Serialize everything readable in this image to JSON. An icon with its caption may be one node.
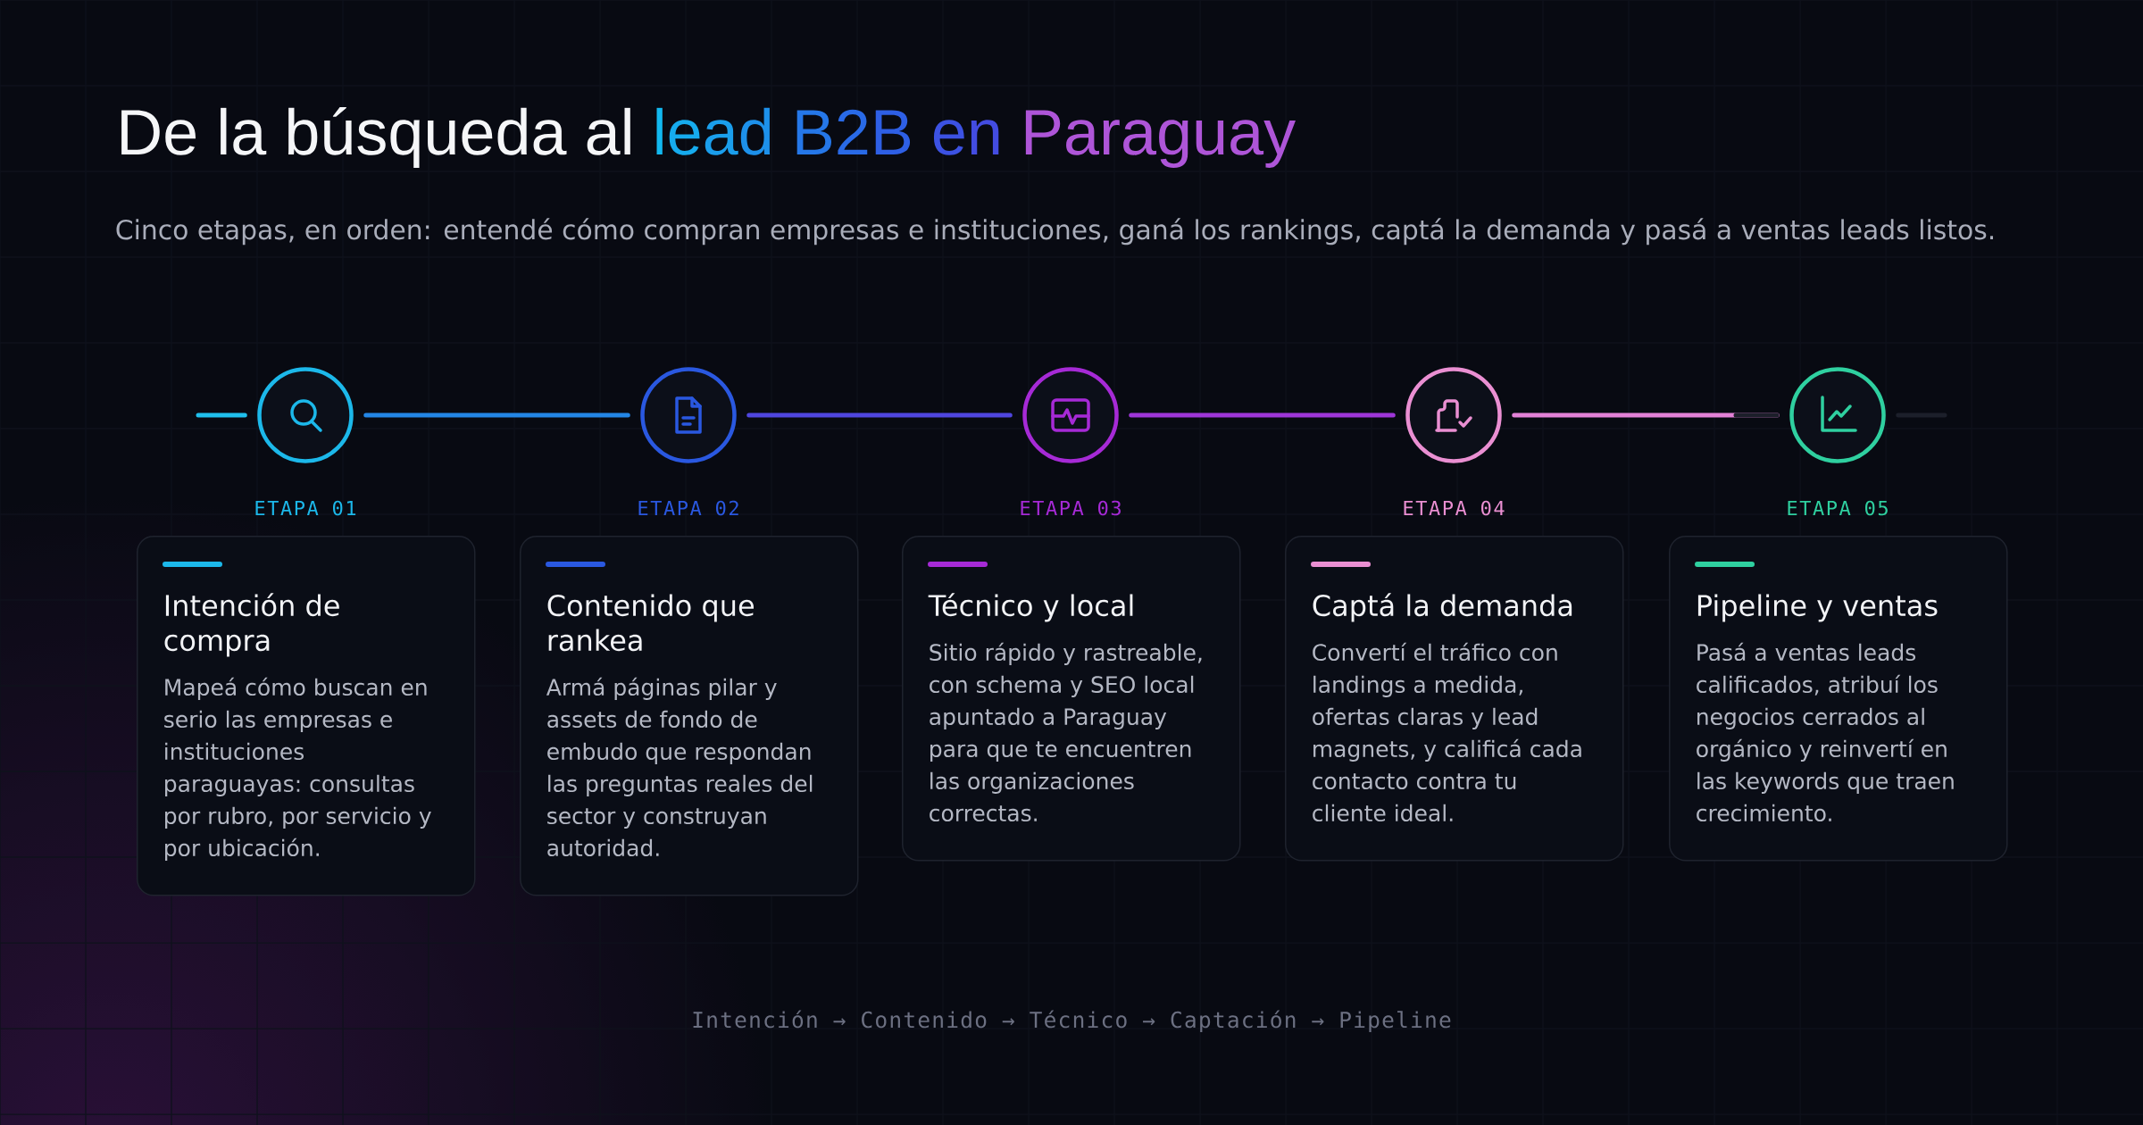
{
  "diagram": {
    "title": "De la búsqueda al lead B2B en Paraguay",
    "nodes": [
      {
        "text": [],
        "shape": "circle"
      },
      {
        "text": [],
        "shape": "circle"
      },
      {
        "text": [],
        "shape": "circle"
      },
      {
        "text": [],
        "shape": "circle"
      },
      {
        "text": [],
        "shape": "circle"
      },
      {
        "text": [
          "ETAPA 01",
          "Intención de compra",
          "Mapeá cómo buscan en serio las empresas e instituciones paraguayas: consultas por rubro, por servicio y por ubicación."
        ]
      },
      {
        "text": [
          "ETAPA 02",
          "Contenido que rankea",
          "Armá páginas pilar y assets de fondo de embudo que respondan las preguntas reales del sector y construyan autoridad."
        ]
      },
      {
        "text": [
          "ETAPA 03",
          "Técnico y local",
          "Sitio rápido y rastreable, con schema y SEO local apuntado a Paraguay para que te encuentren las organizaciones correctas."
        ]
      },
      {
        "text": [
          "ETAPA 04",
          "Captá la demanda",
          "Convertí el tráfico con landings a medida, ofertas claras y lead magnets, y calificá cada contacto contra tu cliente ideal."
        ]
      },
      {
        "text": [
          "ETAPA 05",
          "Pipeline y ventas",
          "Pasá a ventas leads calificados, atribuí los negocios cerrados al orgánico y reinvertí en las keywords que traen crecimiento."
        ]
      }
    ],
    "edges": [
      {
        "from": null,
        "to": 0,
        "arrow": "none",
        "color": "#1fbfed"
      },
      {
        "from": 0,
        "to": 1,
        "arrow": "none",
        "color": "#2386e6"
      },
      {
        "from": 1,
        "to": 2,
        "arrow": "none",
        "color": "#4f46df"
      },
      {
        "from": 2,
        "to": 3,
        "arrow": "none",
        "color": "#9e36d8"
      },
      {
        "from": 3,
        "to": 4,
        "arrow": "none",
        "color": "#e381d7"
      },
      {
        "from": 4,
        "to": null,
        "arrow": "none",
        "color": "#1c1f2a"
      }
    ],
    "labels": [
      "Cinco etapas, en orden: entendé cómo compran empresas e instituciones, ganá los rankings, captá la demanda y pasá a ventas leads listos.",
      "Intención → Contenido → Técnico → Captación → Pipeline"
    ]
  }
}
